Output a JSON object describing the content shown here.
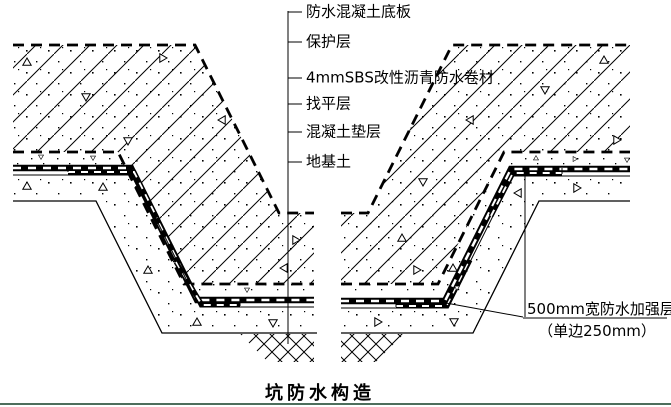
{
  "page": {
    "background": "#ffffff",
    "ink_color": "#000000",
    "bottom_rule_color": "#4e6e5c"
  },
  "title": {
    "text": "坑防水构造"
  },
  "leader_labels": {
    "items": [
      {
        "text": "防水混凝土底板"
      },
      {
        "text": "保护层"
      },
      {
        "text": "4mmSBS改性沥青防水卷材"
      },
      {
        "text": "找平层"
      },
      {
        "text": "混凝土垫层"
      },
      {
        "text": "地基土"
      }
    ]
  },
  "callout": {
    "line1": "500mm宽防水加强层",
    "line2": "（单边250mm）"
  }
}
